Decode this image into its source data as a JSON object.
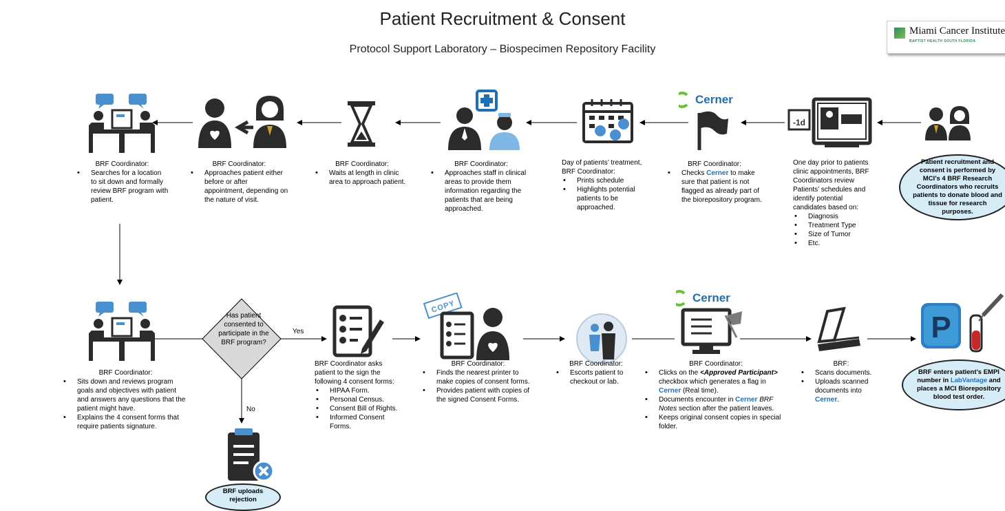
{
  "header": {
    "title": "Patient Recruitment & Consent",
    "subtitle": "Protocol Support Laboratory – Biospecimen Repository Facility",
    "logo_name": "Miami Cancer Institute",
    "logo_tagline": "BAPTIST HEALTH SOUTH FLORIDA"
  },
  "top_row": {
    "start": "Patient recruitment and consent is performed by MCI’s 4 BRF Research Coordinators who recruits patients to donate blood and tissue for research purposes.",
    "step1": {
      "lead": "One day prior to patients clinic appointments, BRF Coordinators review Patients’ schedules and identify potential candidates based on:",
      "items": [
        "Diagnosis",
        "Treatment Type",
        "Size of Tumor",
        "Etc."
      ]
    },
    "step2": {
      "head": "BRF Coordinator:",
      "pre": "Checks ",
      "link": "Cerner",
      "post": " to make sure that patient is not flagged as already part of the biorepository program."
    },
    "step3": {
      "lead": "Day of patients’ treatment, BRF Coordinator:",
      "items": [
        "Prints schedule",
        "Highlights potential patients to be approached."
      ]
    },
    "step4": {
      "head": "BRF Coordinator:",
      "items": [
        "Approaches staff in clinical areas to provide them information regarding the patients that are being approached."
      ]
    },
    "step5": {
      "head": "BRF Coordinator:",
      "items": [
        "Waits at length in clinic area to approach patient."
      ]
    },
    "step6": {
      "head": "BRF Coordinator:",
      "items": [
        "Approaches patient either before or after appointment, depending on the nature of visit."
      ]
    },
    "step7": {
      "head": "BRF Coordinator:",
      "items": [
        "Searches for a location to sit down and formally review BRF program with patient."
      ]
    }
  },
  "bottom_row": {
    "step8": {
      "head": "BRF Coordinator:",
      "items": [
        "Sits down and reviews program goals and objectives with patient and answers any questions that the patient might have.",
        "Explains the 4 consent forms that require patients signature."
      ]
    },
    "decision": "Has patient consented to participate in the BRF program?",
    "yes_label": "Yes",
    "no_label": "No",
    "reject": "BRF uploads rejection",
    "step9": {
      "lead": "BRF Coordinator asks patient to the sign the following 4 consent forms:",
      "items": [
        "HIPAA Form.",
        "Personal Census.",
        "Consent Bill of Rights.",
        "Informed Consent Forms."
      ]
    },
    "step10": {
      "head": "BRF Coordinator:",
      "items": [
        "Finds the nearest printer to make copies of consent forms.",
        "Provides patient with copies of the signed Consent Forms."
      ]
    },
    "step11": {
      "head": "BRF Coordinator:",
      "items": [
        "Escorts patient to checkout or lab."
      ]
    },
    "step12": {
      "head": "BRF Coordinator:",
      "i1_a": "Clicks on the ",
      "i1_b": "<Approved Participant>",
      "i1_c": " checkbox which generates a flag in ",
      "i1_d": "Cerner",
      "i1_e": " (Real time).",
      "i2_a": "Documents encounter in ",
      "i2_b": "Cerner",
      "i2_c": "BRF Notes",
      "i2_d": " section after the patient leaves.",
      "i3": "Keeps original consent copies in special folder."
    },
    "step13": {
      "head": "BRF:",
      "i1": "Scans documents.",
      "i2_a": "Uploads scanned documents into ",
      "i2_b": "Cerner",
      "i2_c": "."
    },
    "end": {
      "a": "BRF enters patient’s EMPI number in ",
      "b": "LabVantage",
      "c": " and places a MCI Biorepository blood test order."
    }
  },
  "icons": {
    "cerner": "Cerner",
    "copy_stamp": "COPY",
    "calendar_badge": "-1d",
    "app_letter": "P"
  },
  "colors": {
    "accent_blue": "#1f6fb5",
    "bubble_fill": "#d6ecf7",
    "cerner_green": "#6bbf3b",
    "decision_fill": "#d9d9d9",
    "icon_dark": "#2b2b2b",
    "icon_light_blue": "#7fb8e6"
  }
}
